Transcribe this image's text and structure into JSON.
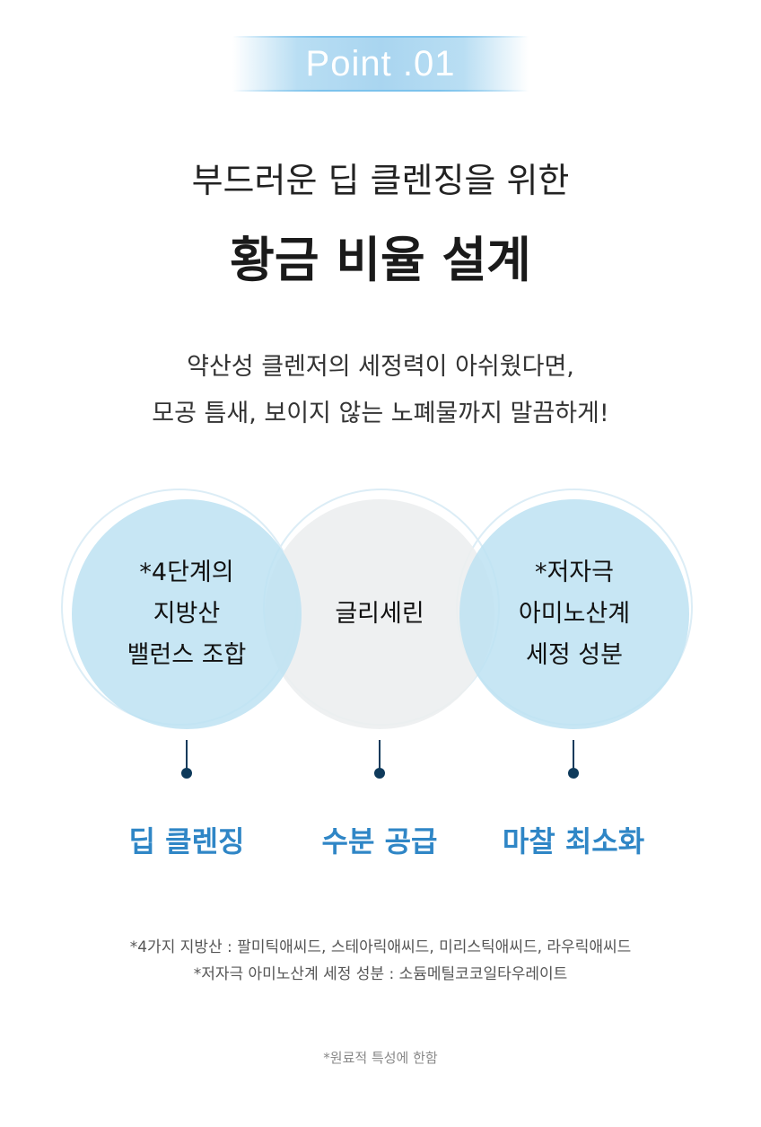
{
  "badge": {
    "label": "Point .01"
  },
  "heading": {
    "subtitle": "부드러운 딥 클렌징을 위한",
    "title": "황금 비율 설계"
  },
  "description": {
    "line1": "약산성 클렌저의 세정력이 아쉬웠다면,",
    "line2": "모공 틈새, 보이지 않는 노폐물까지 말끔하게!"
  },
  "circles": [
    {
      "lines": [
        "*4단계의",
        "지방산",
        "밸런스 조합"
      ],
      "color": "#bde2f2"
    },
    {
      "lines": [
        "글리세린"
      ],
      "color": "#eceef0"
    },
    {
      "lines": [
        "*저자극",
        "아미노산계",
        "세정 성분"
      ],
      "color": "#bde2f2"
    }
  ],
  "benefits": [
    {
      "label": "딥 클렌징"
    },
    {
      "label": "수분 공급"
    },
    {
      "label": "마찰 최소화"
    }
  ],
  "footnotes": {
    "line1": "*4가지 지방산 : 팔미틱애씨드, 스테아릭애씨드, 미리스틱애씨드, 라우릭애씨드",
    "line2": "*저자극 아미노산계 세정 성분 : 소듐메틸코코일타우레이트",
    "disclaimer": "*원료적 특성에 한함"
  },
  "colors": {
    "accent_blue": "#2f86c6",
    "dark_navy": "#0e3a5b",
    "badge_blue": "#a9d5f0"
  }
}
